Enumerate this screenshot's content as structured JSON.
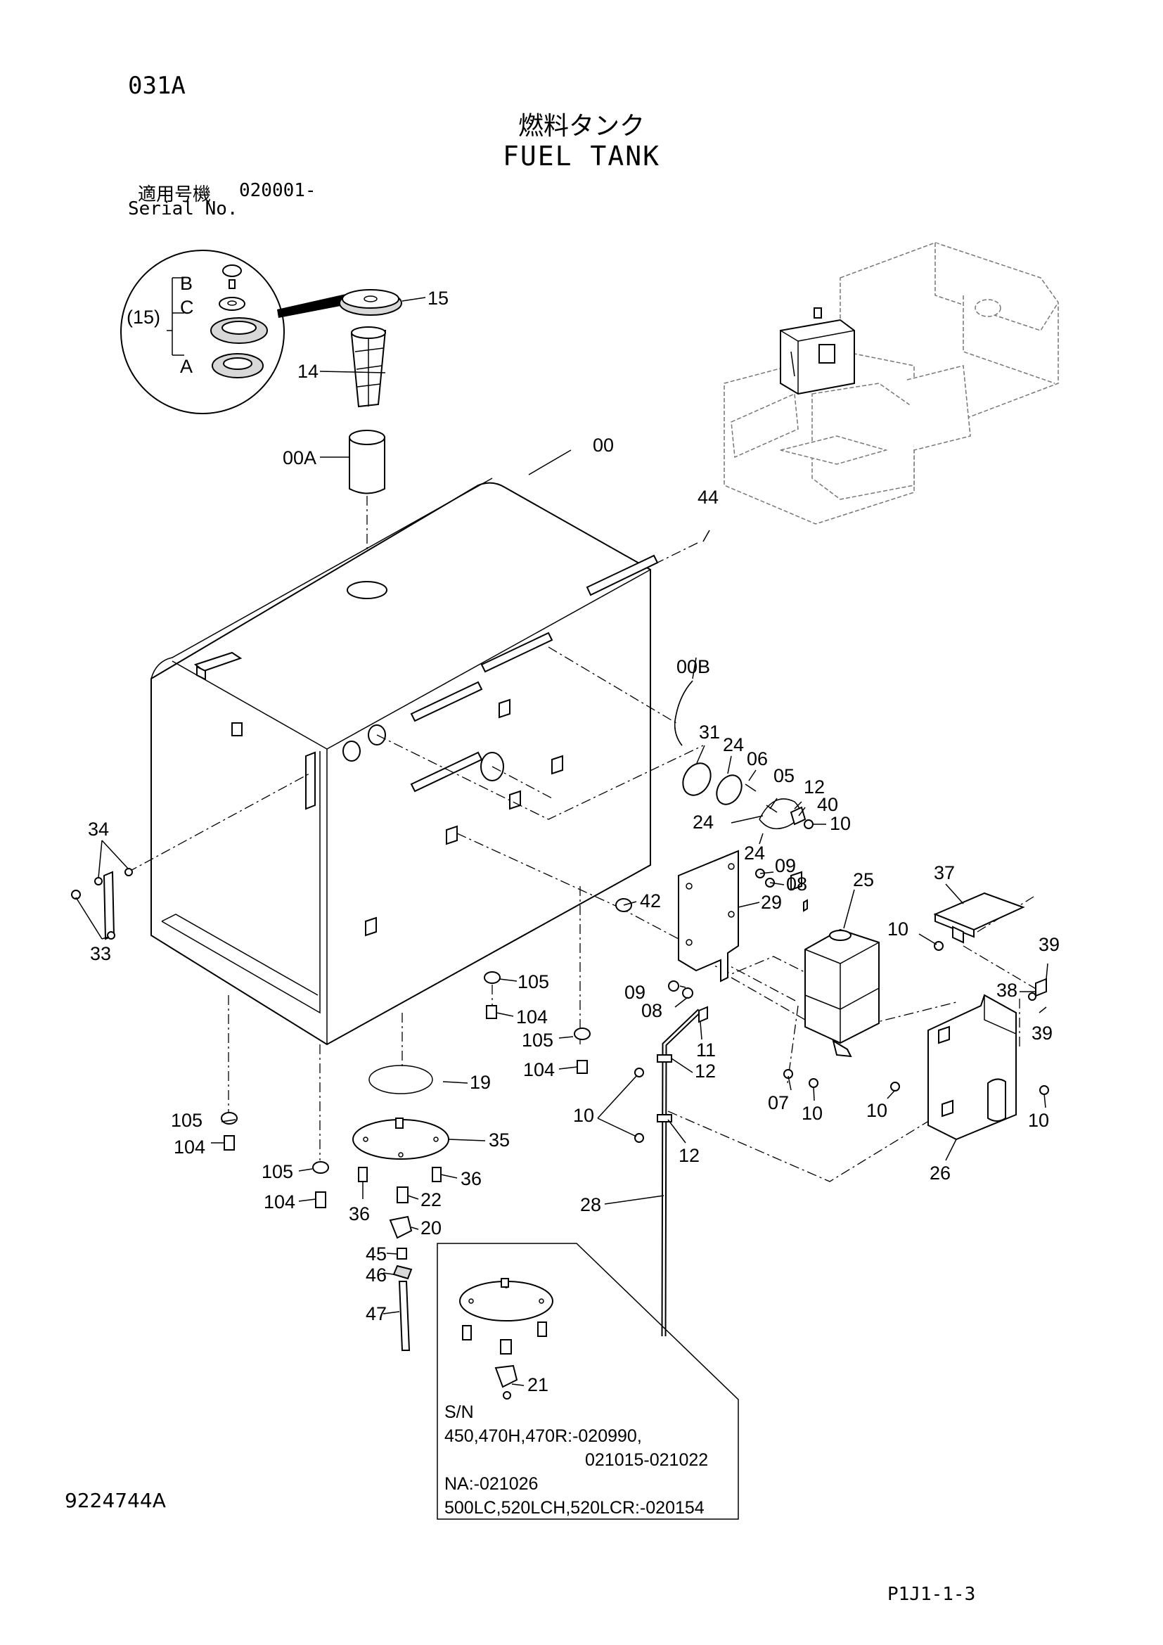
{
  "header": {
    "page_code": "031A",
    "title_jp": "燃料タンク",
    "title_en": "FUEL TANK",
    "serial_label_jp": "適用号機",
    "serial_value": "020001-",
    "serial_label_en": "Serial No."
  },
  "footer": {
    "drawing_number": "9224744A",
    "sheet_ref": "P1J1-1-3"
  },
  "callouts": {
    "c15": "15",
    "c14": "14",
    "c00A": "00A",
    "c00": "00",
    "c44": "44",
    "c00B": "00B",
    "c31": "31",
    "c24a": "24",
    "c06": "06",
    "c05": "05",
    "c12a": "12",
    "c40": "40",
    "c10a": "10",
    "c24b": "24",
    "c24c": "24",
    "c09a": "09",
    "c08a": "08",
    "c37": "37",
    "c25": "25",
    "c42": "42",
    "c29": "29",
    "c10b": "10",
    "c39a": "39",
    "c38": "38",
    "c39b": "39",
    "c34": "34",
    "c33": "33",
    "c105a": "105",
    "c104a": "104",
    "c09b": "09",
    "c08b": "08",
    "c105b": "105",
    "c104b": "104",
    "c11": "11",
    "c12b": "12",
    "c19": "19",
    "c10c": "10",
    "c07": "07",
    "c10d": "10",
    "c10e": "10",
    "c10f": "10",
    "c12c": "12",
    "c105c": "105",
    "c104c": "104",
    "c35": "35",
    "c105d": "105",
    "c104d": "104",
    "c36a": "36",
    "c36b": "36",
    "c22": "22",
    "c20": "20",
    "c26": "26",
    "c28": "28",
    "c45": "45",
    "c46": "46",
    "c47": "47",
    "c21": "21"
  },
  "detail15": {
    "group_label": "(15)",
    "sub_a": "A",
    "sub_b": "B",
    "sub_c": "C"
  },
  "inset_note": {
    "line1": "S/N",
    "line2": "450,470H,470R:-020990,",
    "line3": "021015-021022",
    "line4": "NA:-021026",
    "line5": "500LC,520LCH,520LCR:-020154"
  }
}
